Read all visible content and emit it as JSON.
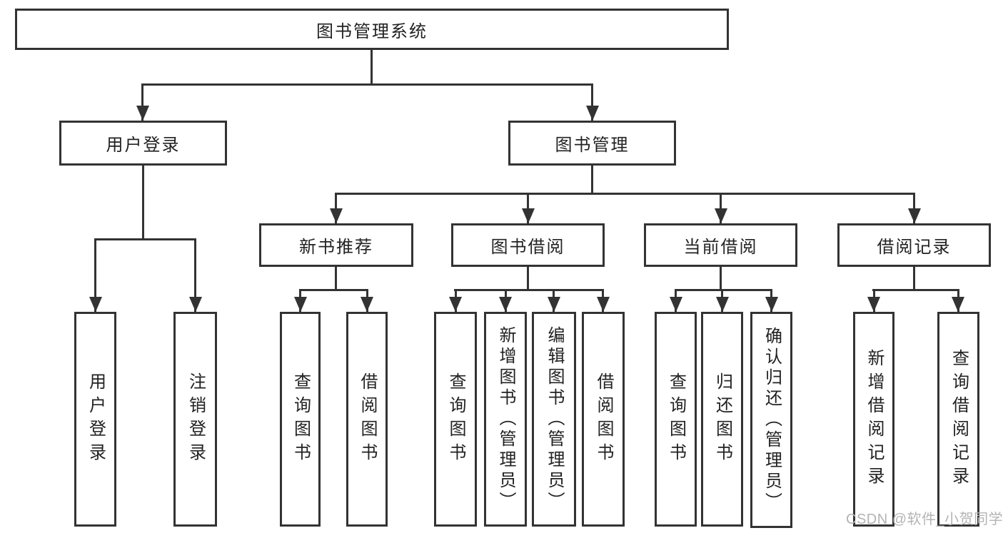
{
  "diagram": {
    "title": "图书管理系统",
    "level1": [
      "用户登录",
      "图书管理"
    ],
    "level2": [
      "新书推荐",
      "图书借阅",
      "当前借阅",
      "借阅记录"
    ],
    "leaves_login": [
      "用户登录",
      "注销登录"
    ],
    "leaves_recommend": [
      "查询图书",
      "借阅图书"
    ],
    "leaves_borrow": [
      "查询图书",
      "新增图书（管理员）",
      "编辑图书（管理员）",
      "借阅图书"
    ],
    "leaves_current": [
      "查询图书",
      "归还图书",
      "确认归还（管理员）"
    ],
    "leaves_records": [
      "新增借阅记录",
      "查询借阅记录"
    ]
  },
  "watermark": "CSDN @软件_小贺同学",
  "colors": {
    "line": "#333333",
    "text": "#222222",
    "box_background": "#ffffff",
    "page_background": "#ffffff",
    "watermark": "#b4b4b4"
  }
}
